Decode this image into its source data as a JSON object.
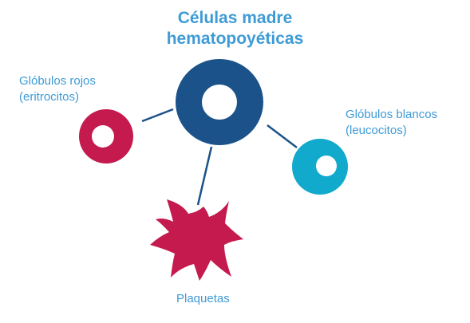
{
  "title": {
    "line1": "Células madre",
    "line2": "hematopoyéticas"
  },
  "nodes": {
    "red_cells": {
      "line1": "Glóbulos rojos",
      "line2": "(eritrocitos)"
    },
    "white_cells": {
      "line1": "Glóbulos blancos",
      "line2": "(leucocitos)"
    },
    "platelets": {
      "label": "Plaquetas"
    }
  },
  "colors": {
    "stem_cell": "#1a5289",
    "red_cell": "#c41a4e",
    "white_cell": "#11a9cc",
    "platelet": "#c41a4e",
    "title_text": "#3e9bd6",
    "label_text": "#3e9bd6",
    "connector": "#1a5289"
  }
}
